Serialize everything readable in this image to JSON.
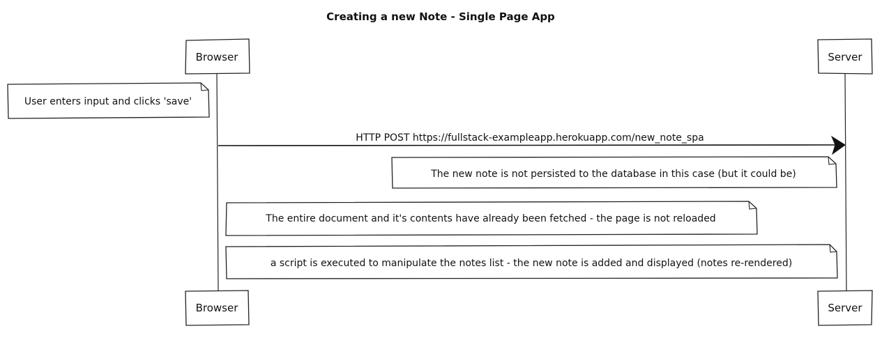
{
  "diagram": {
    "title": "Creating a new Note - Single Page App",
    "participants": {
      "browser": "Browser",
      "server": "Server"
    },
    "message": "HTTP POST https://fullstack-exampleapp.herokuapp.com/new_note_spa",
    "notes": {
      "user_action": "User enters input and clicks 'save'",
      "not_persisted": "The new note is not persisted to the database in this case (but it could be)",
      "already_fetched": "The entire document and it's contents have already been fetched - the page is not reloaded",
      "script_executed": "a script is executed to manipulate the notes list - the new note is added and displayed (notes re-rendered)"
    }
  }
}
